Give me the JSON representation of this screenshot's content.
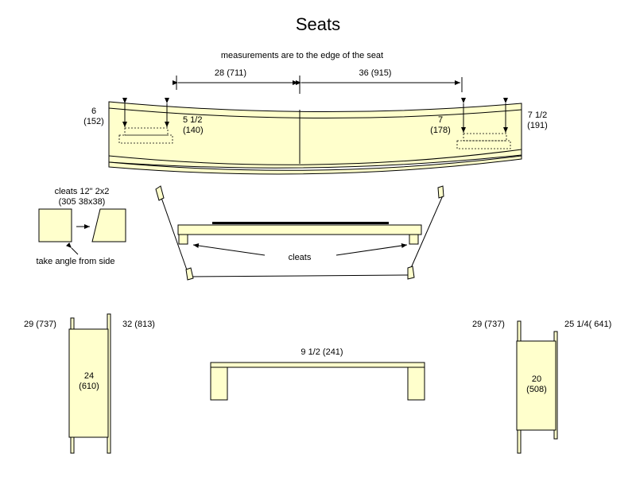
{
  "title": "Seats",
  "note_top": "measurements are to the edge of the seat",
  "top_view": {
    "dim_left": "28 (711)",
    "dim_right": "36 (915)",
    "left_outer": {
      "v": "6",
      "mm": "(152)"
    },
    "left_inner": {
      "v": "5 1/2",
      "mm": "(140)"
    },
    "right_inner": {
      "v": "7",
      "mm": "(178)"
    },
    "right_outer": {
      "v": "7 1/2",
      "mm": "(191)"
    }
  },
  "cleat_detail": {
    "label_line1": "cleats 12\" 2x2",
    "label_line2": "(305 38x38)",
    "note": "take angle from side"
  },
  "section": {
    "cleats_label": "cleats"
  },
  "left_seat": {
    "left_dim": "29 (737)",
    "right_dim": "32 (813)",
    "width": "24",
    "width_mm": "(610)"
  },
  "bench": {
    "dim": "9 1/2 (241)"
  },
  "right_seat": {
    "left_dim": "29 (737)",
    "right_dim": "25 1/4( 641)",
    "width": "20",
    "width_mm": "(508)"
  }
}
